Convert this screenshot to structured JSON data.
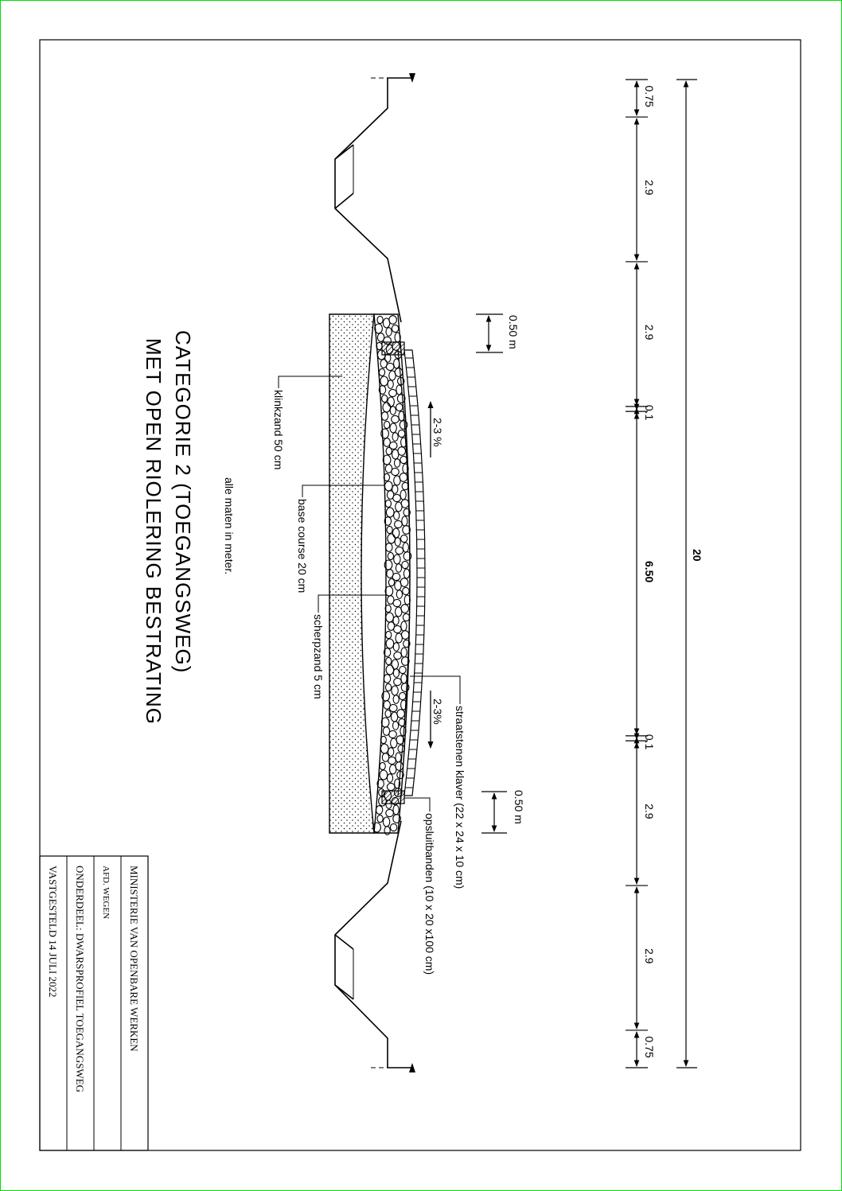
{
  "title": {
    "line1": "CATEGORIE 2 (TOEGANGSWEG)",
    "line2": "MET OPEN RIOLERING BESTRATING"
  },
  "note": "alle maten in meter.",
  "layers": {
    "klinkzand": "klinkzand 50 cm",
    "base_course": "base course 20 cm",
    "scherpzand": "scherpzand 5 cm",
    "straatstenen": "straatstenen klaver (22 x 24 x 10 cm)",
    "opsluitbanden": "opsluitbanden (10 x 20 x100 cm)"
  },
  "slopes": {
    "left": "2-3 %",
    "right": "2-3%"
  },
  "dimensions": {
    "total": "20",
    "segments": [
      "0.75",
      "2.9",
      "2.9",
      "0.1",
      "6.50",
      "0.1",
      "2.9",
      "2.9",
      "0.75"
    ],
    "depth_top": "0.50 m",
    "depth_bottom": "0.50 m"
  },
  "title_block": {
    "ministry": "MINISTERIE VAN OPENBARE WERKEN",
    "department": "AFD. WEGEN",
    "part": "ONDERDEEL: DWARSPROFIEL TOEGANGSWEG",
    "date": "VASTGESTELD 14 JULI 2022"
  },
  "colors": {
    "frame": "#00e000",
    "ink": "#000000"
  }
}
